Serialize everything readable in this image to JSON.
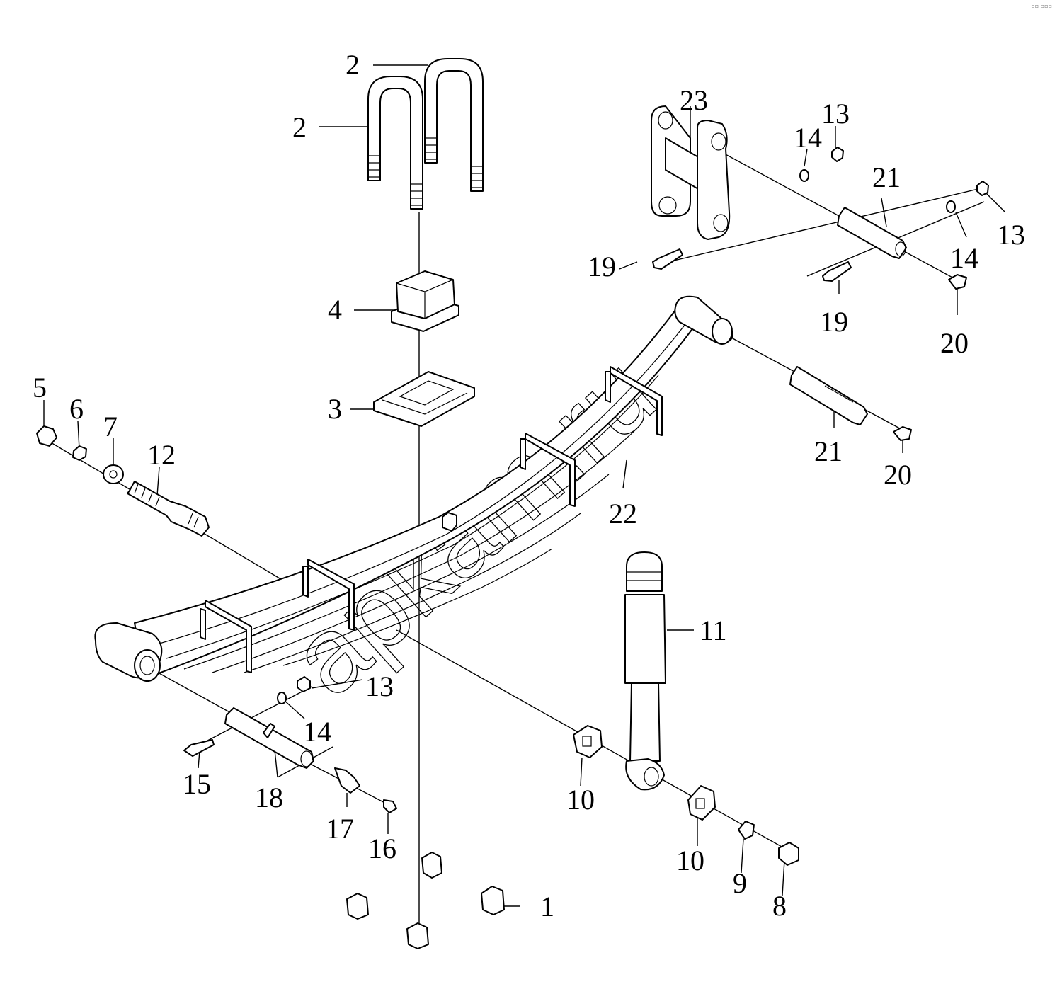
{
  "watermark": "apkam.ru",
  "callouts": [
    "1",
    "2",
    "2",
    "3",
    "4",
    "5",
    "6",
    "7",
    "8",
    "9",
    "10",
    "10",
    "11",
    "12",
    "13",
    "13",
    "13",
    "14",
    "14",
    "14",
    "15",
    "16",
    "17",
    "18",
    "19",
    "19",
    "20",
    "20",
    "21",
    "21",
    "22",
    "23"
  ],
  "corner_mark": "▫▫ ▫▫▫"
}
